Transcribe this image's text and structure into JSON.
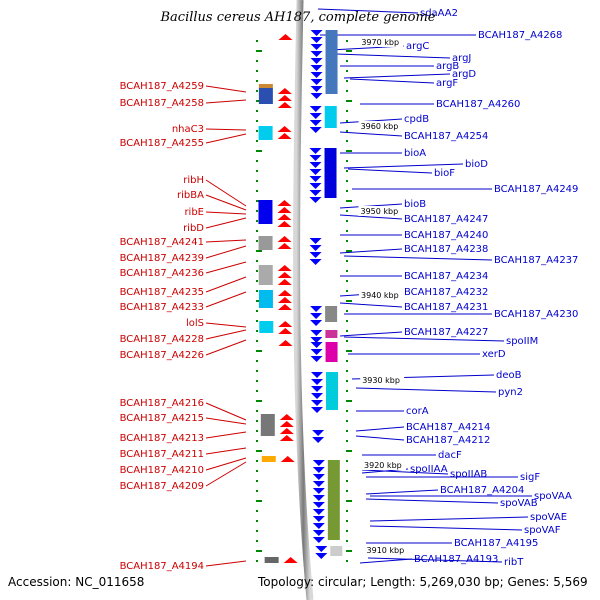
{
  "title": "Bacillus cereus AH187, complete genome",
  "footer": {
    "accession": "Accession: NC_011658",
    "topology": "Topology: circular; Length: 5,269,030 bp; Genes: 5,569"
  },
  "colors": {
    "left_label": "#cc0000",
    "right_label": "#0000cc",
    "backbone": "#8a8a8a",
    "tick": "#008800",
    "forward_arrow": "#ff0000",
    "reverse_arrow": "#0000ff"
  },
  "positions": [
    "3970 kbp",
    "3960 kbp",
    "3950 kbp",
    "3940 kbp",
    "3930 kbp",
    "3920 kbp",
    "3910 kbp"
  ],
  "left_labels": [
    "BCAH187_A4259",
    "BCAH187_A4258",
    "nhaC3",
    "BCAH187_A4255",
    "ribH",
    "ribBA",
    "ribE",
    "ribD",
    "BCAH187_A4241",
    "BCAH187_A4239",
    "BCAH187_A4236",
    "BCAH187_A4235",
    "BCAH187_A4233",
    "lolS",
    "BCAH187_A4228",
    "BCAH187_A4226",
    "BCAH187_A4216",
    "BCAH187_A4215",
    "BCAH187_A4213",
    "BCAH187_A4211",
    "BCAH187_A4210",
    "BCAH187_A4209",
    "BCAH187_A4194"
  ],
  "right_labels": [
    "sdaAA2",
    "BCAH187_A4268",
    "argC",
    "argJ",
    "argB",
    "argD",
    "argF",
    "BCAH187_A4260",
    "cpdB",
    "BCAH187_A4254",
    "bioA",
    "bioD",
    "bioF",
    "BCAH187_A4249",
    "bioB",
    "BCAH187_A4247",
    "BCAH187_A4240",
    "BCAH187_A4238",
    "BCAH187_A4237",
    "BCAH187_A4234",
    "BCAH187_A4232",
    "BCAH187_A4231",
    "BCAH187_A4230",
    "BCAH187_A4227",
    "spoIIM",
    "xerD",
    "deoB",
    "pyn2",
    "corA",
    "BCAH187_A4214",
    "BCAH187_A4212",
    "dacF",
    "spoIIAA",
    "spoIIAB",
    "sigF",
    "BCAH187_A4204",
    "spoVAB",
    "spoVAA",
    "spoVAE",
    "spoVAF",
    "BCAH187_A4195",
    "BCAH187_A4193",
    "ribT"
  ]
}
